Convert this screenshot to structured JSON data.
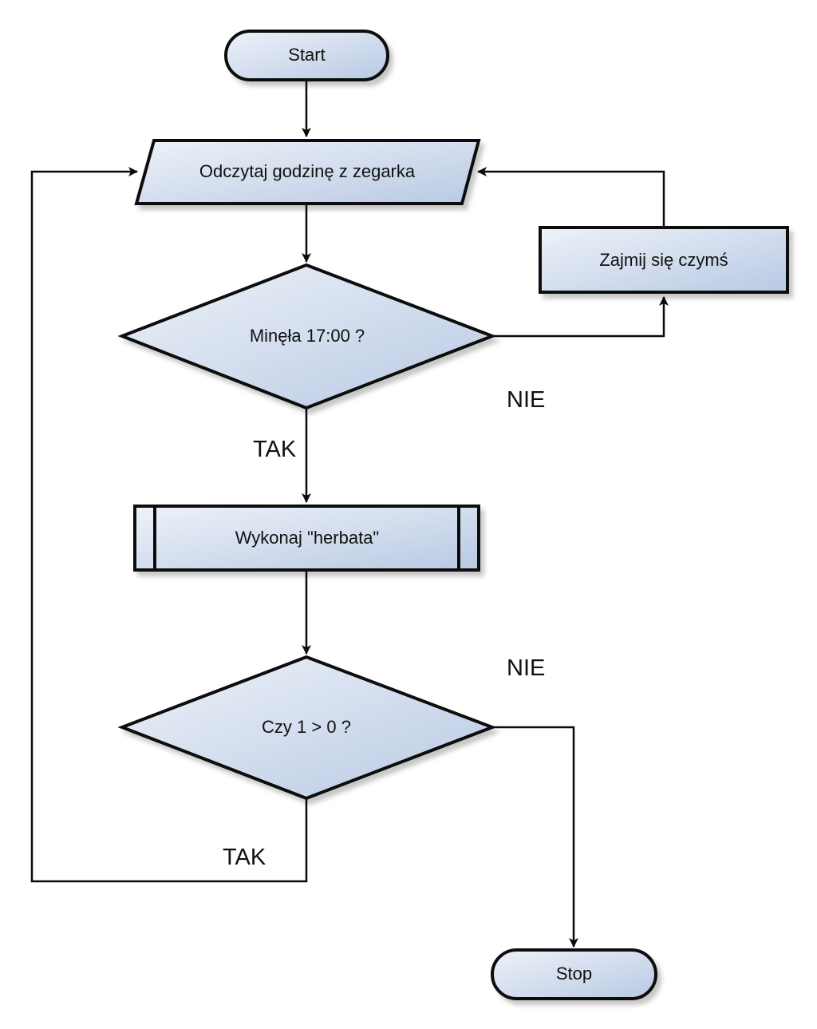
{
  "diagram": {
    "nodes": {
      "start": {
        "label": "Start",
        "shape": "terminator"
      },
      "read_time": {
        "label": "Odczytaj godzinę z zegarka",
        "shape": "input-output"
      },
      "busy": {
        "label": "Zajmij się czymś",
        "shape": "process"
      },
      "check_time": {
        "label": "Minęła 17:00 ?",
        "shape": "decision"
      },
      "tea": {
        "label": "Wykonaj \"herbata\"",
        "shape": "predefined-process"
      },
      "check_loop": {
        "label": "Czy 1 > 0 ?",
        "shape": "decision"
      },
      "stop": {
        "label": "Stop",
        "shape": "terminator"
      }
    },
    "edge_labels": {
      "check_time_no": "NIE",
      "check_time_yes": "TAK",
      "check_loop_no": "NIE",
      "check_loop_yes": "TAK"
    },
    "edges": [
      {
        "from": "start",
        "to": "read_time"
      },
      {
        "from": "read_time",
        "to": "check_time"
      },
      {
        "from": "check_time",
        "to": "busy",
        "label": "NIE"
      },
      {
        "from": "busy",
        "to": "read_time"
      },
      {
        "from": "check_time",
        "to": "tea",
        "label": "TAK"
      },
      {
        "from": "tea",
        "to": "check_loop"
      },
      {
        "from": "check_loop",
        "to": "stop",
        "label": "NIE"
      },
      {
        "from": "check_loop",
        "to": "read_time",
        "label": "TAK"
      }
    ],
    "colors": {
      "fill_light": "#eef2f9",
      "fill_dark": "#b8c9e3",
      "stroke": "#0a0a0a",
      "shadow": "#c9c9c9"
    }
  }
}
